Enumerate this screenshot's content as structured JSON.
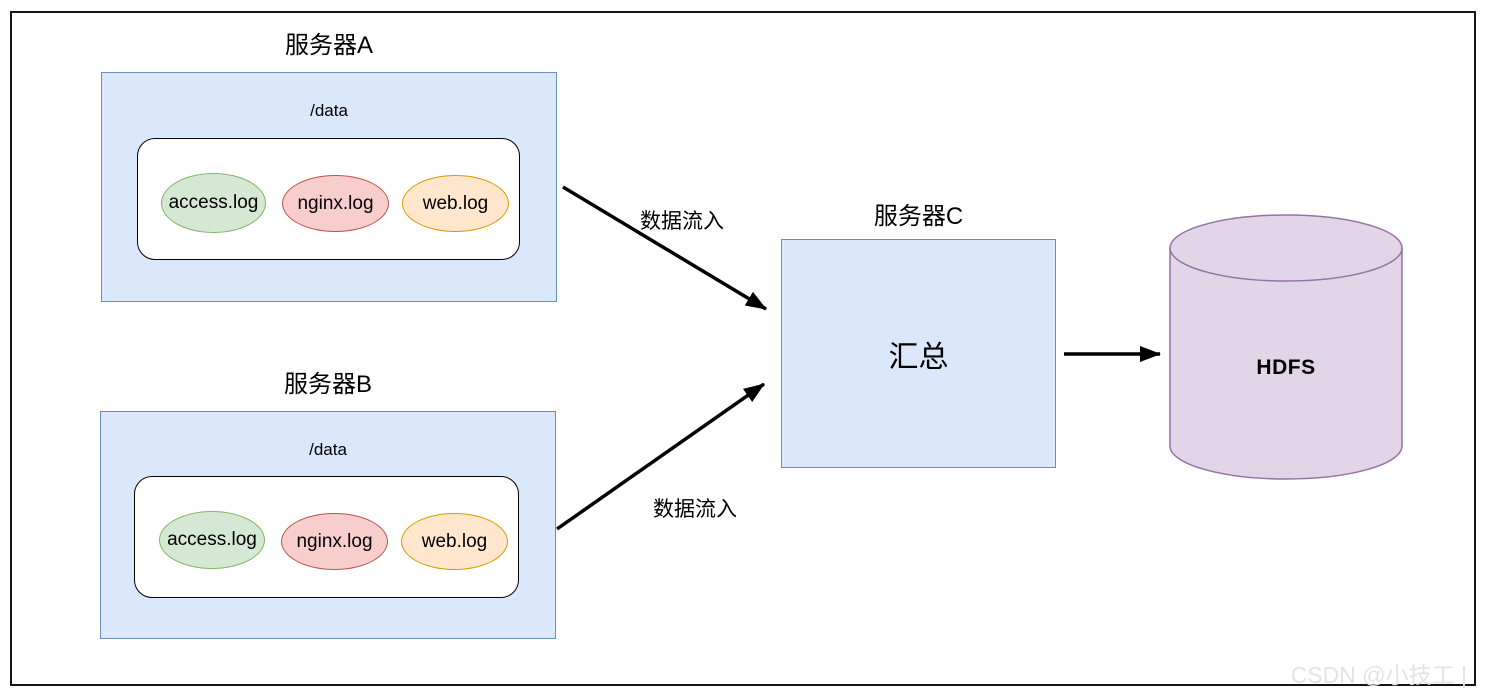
{
  "diagram": {
    "server_a": {
      "title": "服务器A",
      "folder_label": "/data",
      "files": [
        "access.log",
        "nginx.log",
        "web.log"
      ]
    },
    "server_b": {
      "title": "服务器B",
      "folder_label": "/data",
      "files": [
        "access.log",
        "nginx.log",
        "web.log"
      ]
    },
    "server_c": {
      "title": "服务器C",
      "label": "汇总"
    },
    "storage": {
      "label": "HDFS"
    },
    "flow_labels": {
      "a_to_c": "数据流入",
      "b_to_c": "数据流入"
    },
    "watermark": "CSDN @小技工 |",
    "colors": {
      "server_box_fill": "#dbe8fc",
      "server_box_stroke": "#6c8ebf",
      "file_green_fill": "#d5e8d4",
      "file_green_stroke": "#82b366",
      "file_red_fill": "#f8cecc",
      "file_red_stroke": "#b85450",
      "file_orange_fill": "#ffe6cc",
      "file_orange_stroke": "#d79b00",
      "storage_fill": "#e1d5e7",
      "storage_stroke": "#9673a6",
      "arrow_color": "#000000",
      "border_color": "#141414"
    }
  }
}
